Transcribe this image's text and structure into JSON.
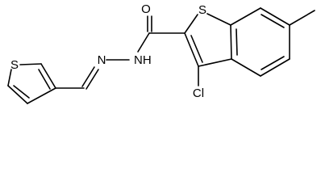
{
  "molecule": {
    "atoms": {
      "oxygen": "O",
      "ring_sulfur": "S",
      "thiophene_sulfur": "S",
      "chlorine": "Cl",
      "amide_nh": "NH",
      "imine_n": "N"
    }
  }
}
